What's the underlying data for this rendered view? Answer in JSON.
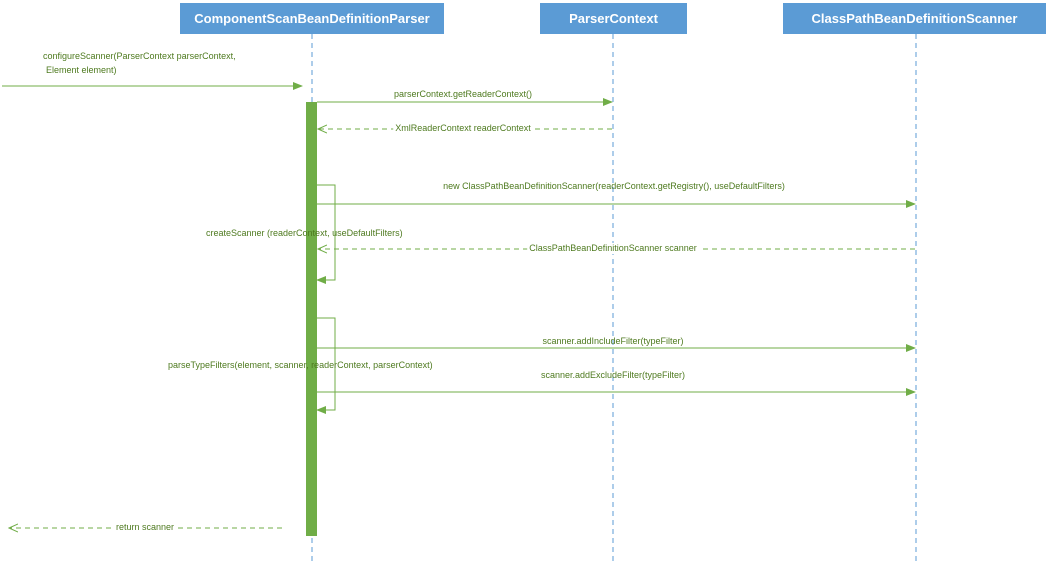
{
  "colors": {
    "header_fill": "#5b9bd5",
    "header_text": "#ffffff",
    "lifeline": "#5b9bd5",
    "message": "#70ad47",
    "activation": "#70ad47",
    "label_text": "#4e7a1f"
  },
  "participants": [
    {
      "id": "componentScanBeanDefinitionParser",
      "label": "ComponentScanBeanDefinitionParser"
    },
    {
      "id": "parserContext",
      "label": "ParserContext"
    },
    {
      "id": "classPathBeanDefinitionScanner",
      "label": "ClassPathBeanDefinitionScanner"
    }
  ],
  "messages": [
    {
      "id": "configure-scanner",
      "from": "external",
      "to": "componentScanBeanDefinitionParser",
      "kind": "call",
      "label_line1": "configureScanner(ParserContext parserContext,",
      "label_line2": "Element element)"
    },
    {
      "id": "get-reader-context",
      "from": "componentScanBeanDefinitionParser",
      "to": "parserContext",
      "kind": "call",
      "label": "parserContext.getReaderContext()"
    },
    {
      "id": "reader-context-return",
      "from": "parserContext",
      "to": "componentScanBeanDefinitionParser",
      "kind": "return",
      "label": "XmlReaderContext readerContext"
    },
    {
      "id": "new-scanner",
      "from": "componentScanBeanDefinitionParser",
      "to": "classPathBeanDefinitionScanner",
      "kind": "call",
      "label": "new ClassPathBeanDefinitionScanner(readerContext.getRegistry(), useDefaultFilters)"
    },
    {
      "id": "scanner-return",
      "from": "classPathBeanDefinitionScanner",
      "to": "componentScanBeanDefinitionParser",
      "kind": "return",
      "label": "ClassPathBeanDefinitionScanner scanner"
    },
    {
      "id": "add-include-filter",
      "from": "componentScanBeanDefinitionParser",
      "to": "classPathBeanDefinitionScanner",
      "kind": "call",
      "label": "scanner.addIncludeFilter(typeFilter)"
    },
    {
      "id": "add-exclude-filter",
      "from": "componentScanBeanDefinitionParser",
      "to": "classPathBeanDefinitionScanner",
      "kind": "call",
      "label": "scanner.addExcludeFilter(typeFilter)"
    },
    {
      "id": "return-scanner",
      "from": "componentScanBeanDefinitionParser",
      "to": "external",
      "kind": "return",
      "label": "return scanner"
    }
  ],
  "self_calls": [
    {
      "id": "create-scanner",
      "label": "createScanner (readerContext, useDefaultFilters)"
    },
    {
      "id": "parse-type-filters",
      "label": "parseTypeFilters(element, scanner, readerContext, parserContext)"
    }
  ]
}
